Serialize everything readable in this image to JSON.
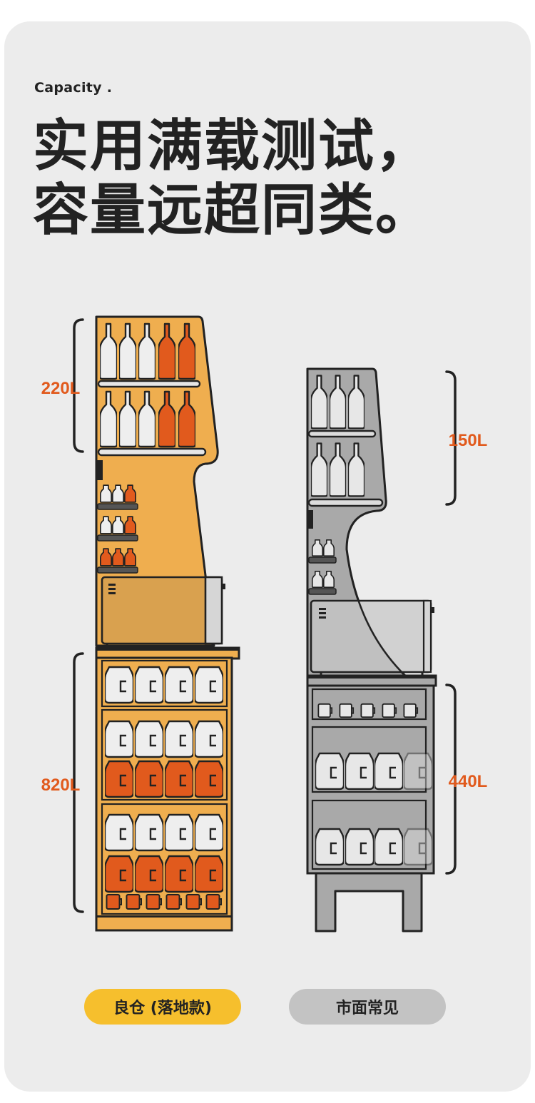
{
  "header": {
    "eyebrow": "Capacity .",
    "headline_line1": "实用满载测试，",
    "headline_line2": "容量远超同类。"
  },
  "products": {
    "left": {
      "label": "良仓 (落地款)",
      "upper_capacity": "220L",
      "lower_capacity": "820L"
    },
    "right": {
      "label": "市面常见",
      "upper_capacity": "150L",
      "lower_capacity": "440L"
    }
  },
  "colors": {
    "background": "#ececec",
    "accent_orange": "#e15a1d",
    "cabinet_yellow": "#efae4f",
    "pill_yellow": "#f6bf2d",
    "pill_gray": "#c3c3c3",
    "cabinet_gray": "#a9a9a9",
    "text_dark": "#222222"
  }
}
